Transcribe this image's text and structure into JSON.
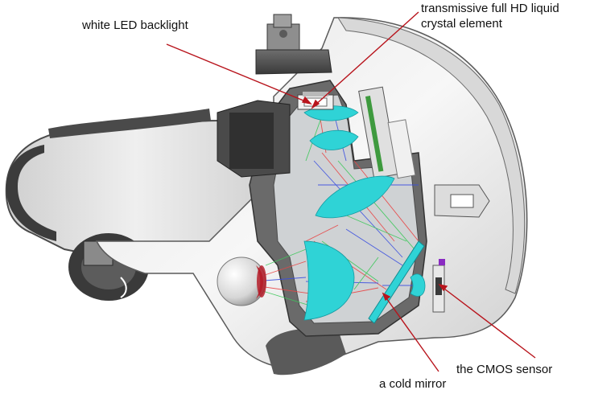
{
  "labels": {
    "backlight": "white LED backlight",
    "lcd_line1": "transmissive full HD liquid",
    "lcd_line2": "crystal element",
    "cmos": "the CMOS sensor",
    "mirror": "a cold mirror"
  },
  "colors": {
    "leader_line": "#b8141c",
    "lens": "#2fd3d6",
    "ray_red": "#e84545",
    "ray_green": "#3cc85a",
    "ray_blue": "#3a4fe0",
    "shell": "#e6e6e6",
    "frame_dark": "#5a5a5a",
    "sensor": "#8a2bc2"
  }
}
